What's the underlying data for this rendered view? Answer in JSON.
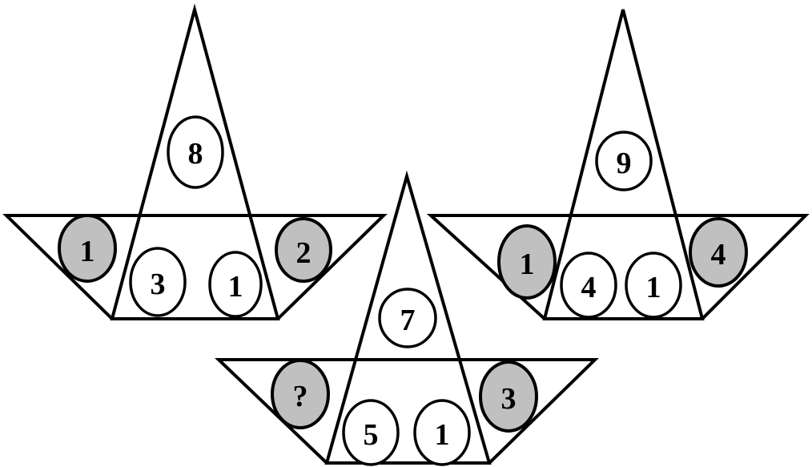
{
  "colors": {
    "shaded_circle": "#c0c0c0",
    "plain_circle": "#ffffff",
    "line": "#000000"
  },
  "figures": [
    {
      "id": "left",
      "top": "8",
      "shaded_left": "1",
      "inner_left": "3",
      "inner_right": "1",
      "shaded_right": "2"
    },
    {
      "id": "middle",
      "top": "7",
      "shaded_left": "?",
      "inner_left": "5",
      "inner_right": "1",
      "shaded_right": "3"
    },
    {
      "id": "right",
      "top": "9",
      "shaded_left": "1",
      "inner_left": "4",
      "inner_right": "1",
      "shaded_right": "4"
    }
  ]
}
